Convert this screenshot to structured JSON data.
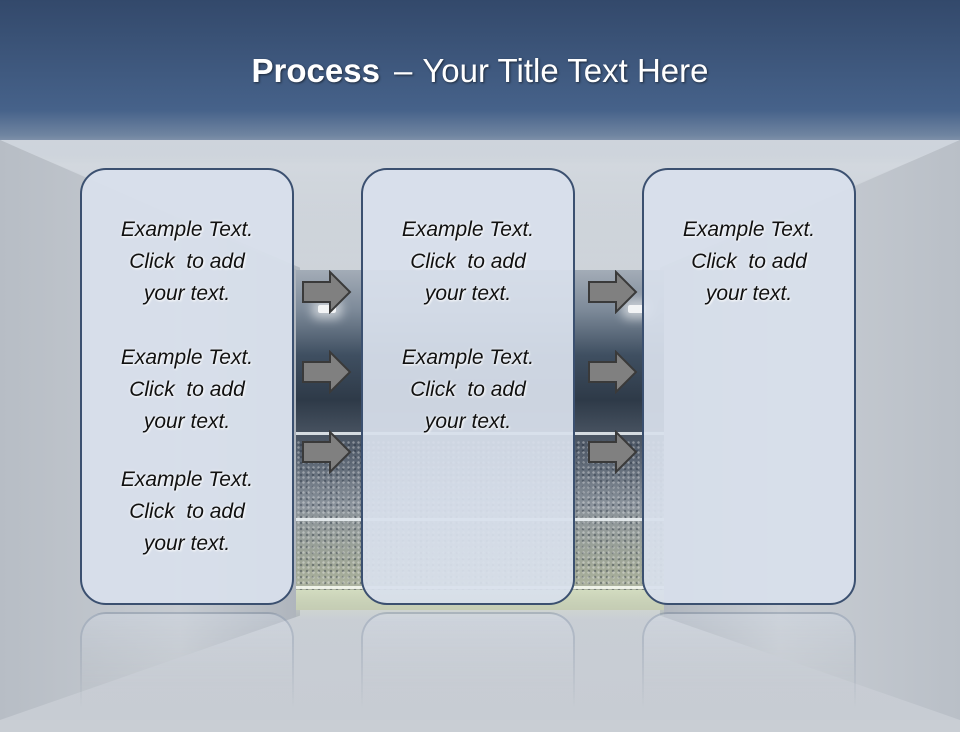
{
  "title": {
    "bold": "Process",
    "separator": "–",
    "rest": "Your Title Text Here"
  },
  "colors": {
    "box_fill": "#d8e0ec",
    "box_border": "#3b5070",
    "arrow_fill": "#808080",
    "arrow_stroke": "#3a3a3a",
    "title_band": "#46628a"
  },
  "columns": [
    {
      "blocks": [
        [
          "Example Text.",
          "Click  to add",
          "your text."
        ],
        [
          "Example Text.",
          "Click  to add",
          "your text."
        ],
        [
          "Example Text.",
          "Click  to add",
          "your text."
        ]
      ]
    },
    {
      "blocks": [
        [
          "Example Text.",
          "Click  to add",
          "your text."
        ],
        [
          "Example Text.",
          "Click  to add",
          "your text."
        ]
      ]
    },
    {
      "blocks": [
        [
          "Example Text.",
          "Click  to add",
          "your text."
        ]
      ]
    }
  ],
  "arrow_icon": "right-arrow-icon"
}
